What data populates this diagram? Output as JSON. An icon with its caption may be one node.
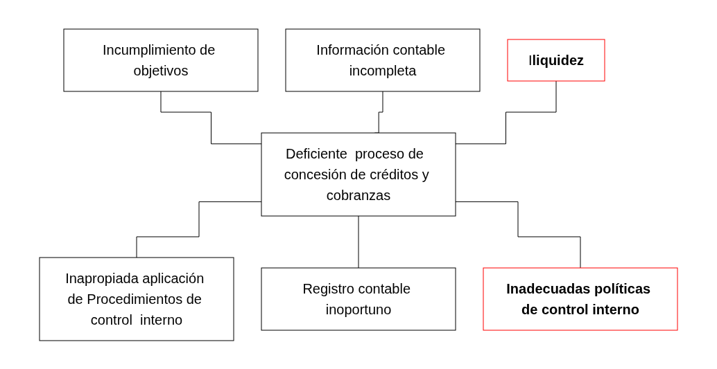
{
  "diagram": {
    "nodes": [
      {
        "text": [
          "Incumplimiento de objetivos"
        ]
      },
      {
        "text": [
          "Información contable incompleta"
        ]
      },
      {
        "text": [
          "I**liquidez**"
        ]
      },
      {
        "text": [
          "Deficiente  proceso de  concesión de créditos y cobranzas"
        ]
      },
      {
        "text": [
          "Inapropiada aplicación de Procedimientos de control  interno"
        ]
      },
      {
        "text": [
          "Registro contable inoportuno"
        ]
      },
      {
        "text": [
          "Inadecuadas políticas de control interno"
        ]
      }
    ],
    "edges": [
      {
        "from": 0,
        "to": 3,
        "arrow": "none"
      },
      {
        "from": 1,
        "to": 3,
        "arrow": "none"
      },
      {
        "from": 2,
        "to": 3,
        "arrow": "none"
      },
      {
        "from": 3,
        "to": 4,
        "arrow": "none"
      },
      {
        "from": 3,
        "to": 5,
        "arrow": "none"
      },
      {
        "from": 3,
        "to": 6,
        "arrow": "none"
      }
    ]
  }
}
